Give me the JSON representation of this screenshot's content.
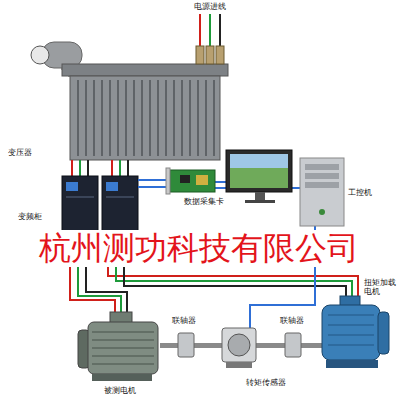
{
  "diagram": {
    "labels": [
      "电源进线",
      "变压器",
      "变频柜",
      "数据采集卡",
      "工控机",
      "杭州测功科技有限公司",
      "扭矩加载电机",
      "联轴器",
      "联轴器",
      "转矩传感器",
      "被测电机"
    ]
  }
}
